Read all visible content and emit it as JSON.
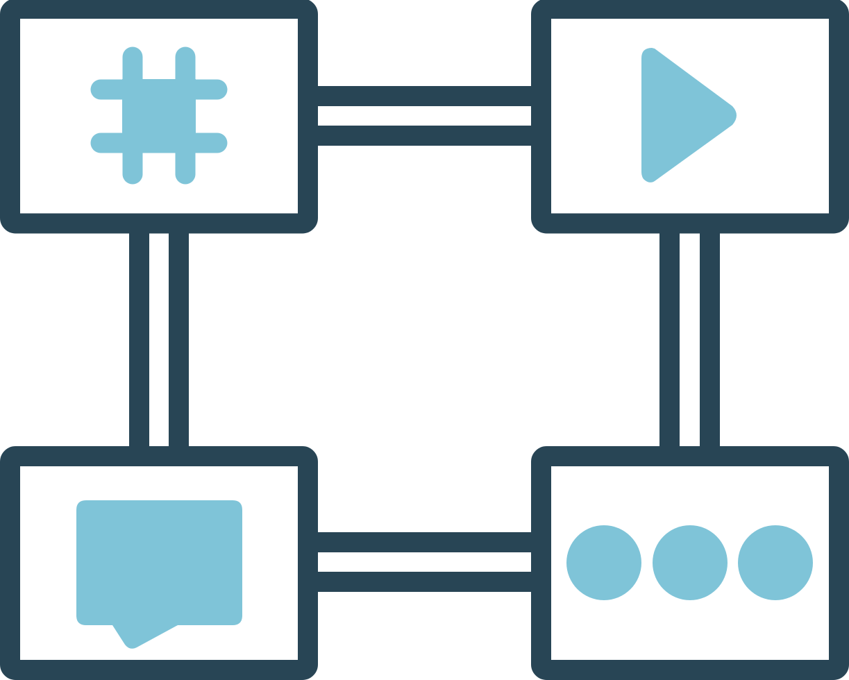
{
  "colors": {
    "outline": "#284555",
    "accent": "#7fc4d8",
    "background": "#ffffff"
  },
  "nodes": [
    {
      "id": "top-left",
      "icon": "hashtag-icon"
    },
    {
      "id": "top-right",
      "icon": "play-icon"
    },
    {
      "id": "bottom-left",
      "icon": "speech-bubble-icon"
    },
    {
      "id": "bottom-right",
      "icon": "more-dots-icon"
    }
  ],
  "connectors": [
    {
      "from": "top-left",
      "to": "top-right",
      "style": "double-line"
    },
    {
      "from": "top-left",
      "to": "bottom-left",
      "style": "double-line"
    },
    {
      "from": "top-right",
      "to": "bottom-right",
      "style": "double-line"
    },
    {
      "from": "bottom-left",
      "to": "bottom-right",
      "style": "double-line"
    }
  ]
}
